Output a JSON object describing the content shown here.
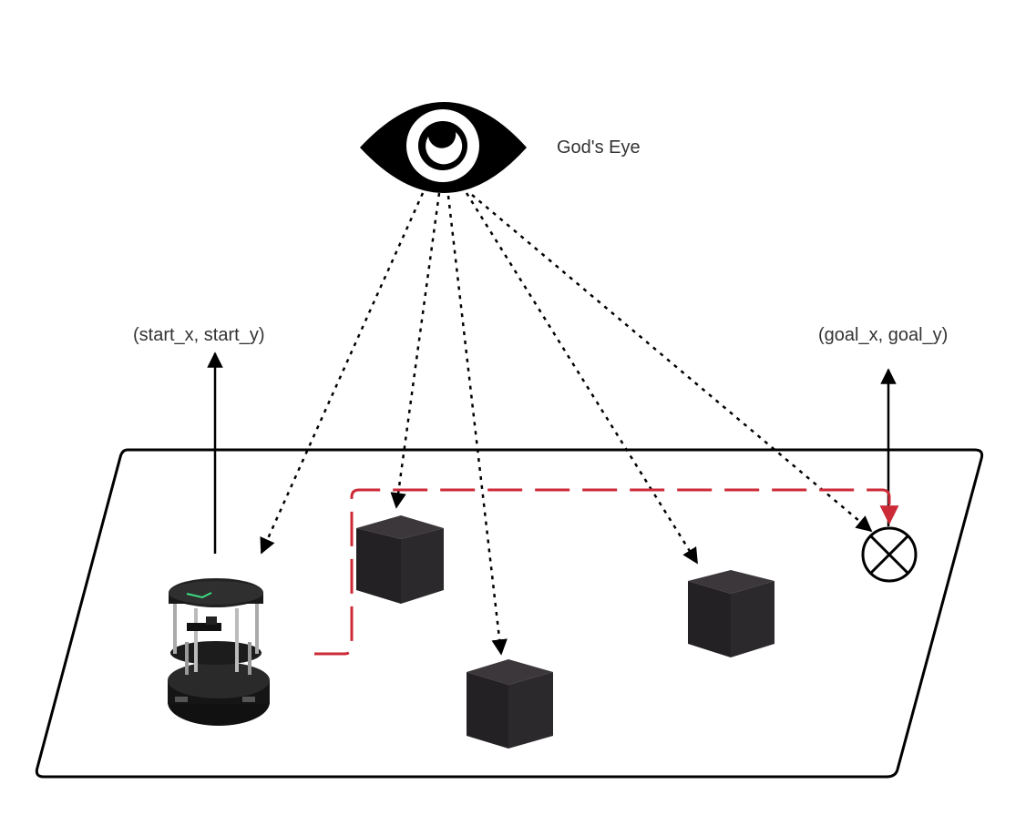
{
  "labels": {
    "gods_eye": "God's Eye",
    "start": "(start_x, start_y)",
    "goal": "(goal_x, goal_y)"
  },
  "colors": {
    "path": "#cc2a36",
    "line": "#000000",
    "text": "#333333",
    "box": "#262326"
  },
  "icons": {
    "observer": "eye-icon",
    "goal_marker": "circled-x-icon",
    "robot": "turtlebot-robot-icon",
    "obstacle": "box-icon"
  }
}
